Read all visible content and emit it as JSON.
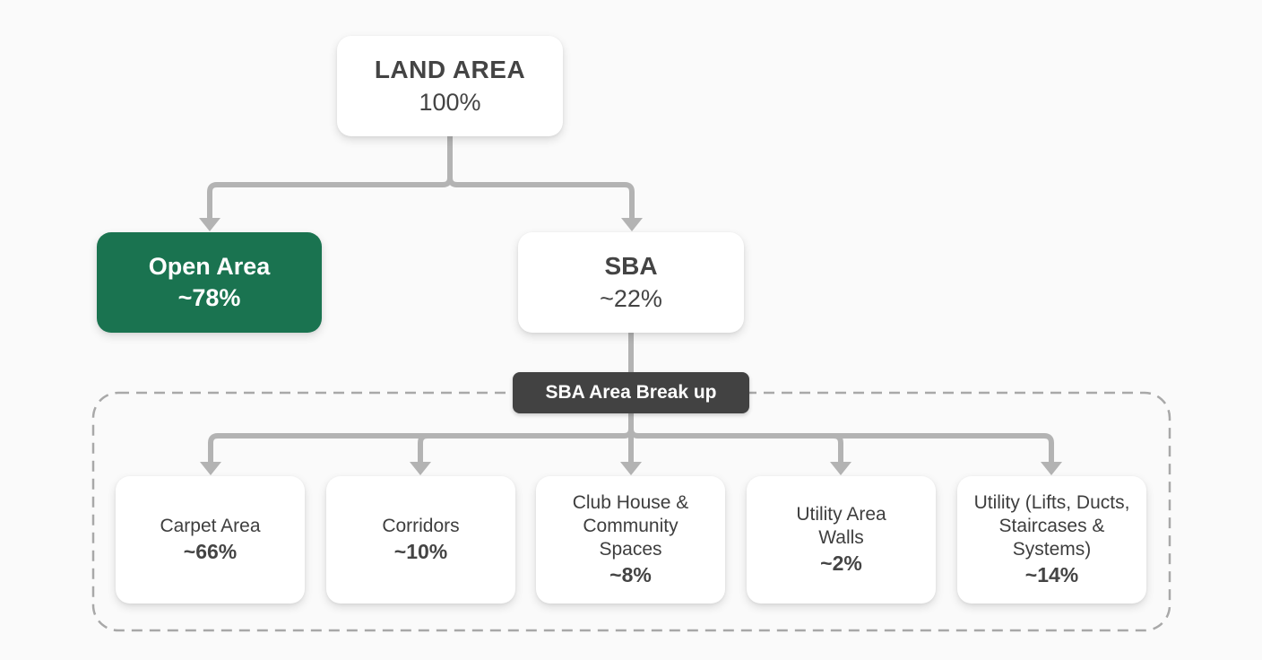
{
  "diagram": {
    "root": {
      "title": "LAND AREA",
      "value": "100%"
    },
    "level1": [
      {
        "title": "Open Area",
        "value": "~78%",
        "highlight_color": "#1a7350"
      },
      {
        "title": "SBA",
        "value": "~22%"
      }
    ],
    "breakup_group": {
      "label": "SBA Area Break up",
      "items": [
        {
          "label": "Carpet Area",
          "value": "~66%"
        },
        {
          "label": "Corridors",
          "value": "~10%"
        },
        {
          "label": "Club House & Community Spaces",
          "value": "~8%"
        },
        {
          "label": "Utility Area Walls",
          "value": "~2%"
        },
        {
          "label": "Utility (Lifts, Ducts, Staircases & Systems)",
          "value": "~14%"
        }
      ]
    },
    "colors": {
      "connector": "#b3b3b3",
      "dashed_border": "#a8a8a8",
      "open_area_fill": "#1a7350",
      "breakup_label_fill": "#424242"
    }
  }
}
